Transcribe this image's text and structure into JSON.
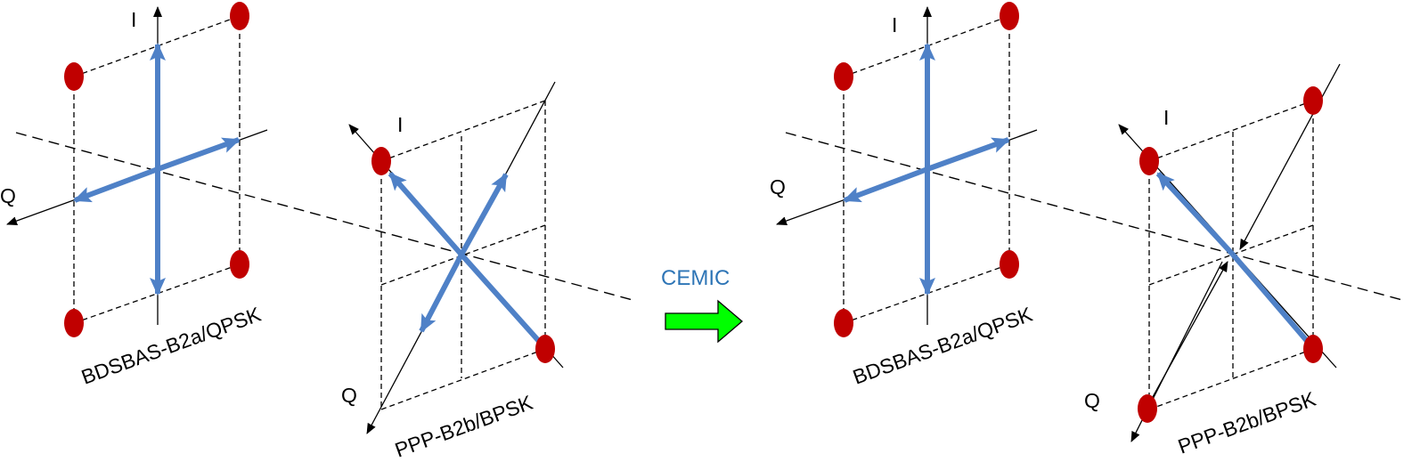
{
  "colors": {
    "vector": "#4F81C7",
    "point": "#C00000",
    "cemic_text": "#2E75B6",
    "arrow_fill": "#00FF00",
    "arrow_stroke": "#000000"
  },
  "left_panel": {
    "qpsk": {
      "axis_i": "I",
      "axis_q": "Q",
      "caption": "BDSBAS-B2a/QPSK"
    },
    "bpsk": {
      "axis_i": "I",
      "axis_q": "Q",
      "caption": "PPP-B2b/BPSK"
    }
  },
  "transition": {
    "label": "CEMIC",
    "arrow_icon": "right-arrow-icon"
  },
  "right_panel": {
    "qpsk": {
      "axis_i": "I",
      "axis_q": "Q",
      "caption": "BDSBAS-B2a/QPSK"
    },
    "bpsk": {
      "axis_i": "I",
      "axis_q": "Q",
      "caption": "PPP-B2b/BPSK"
    }
  }
}
